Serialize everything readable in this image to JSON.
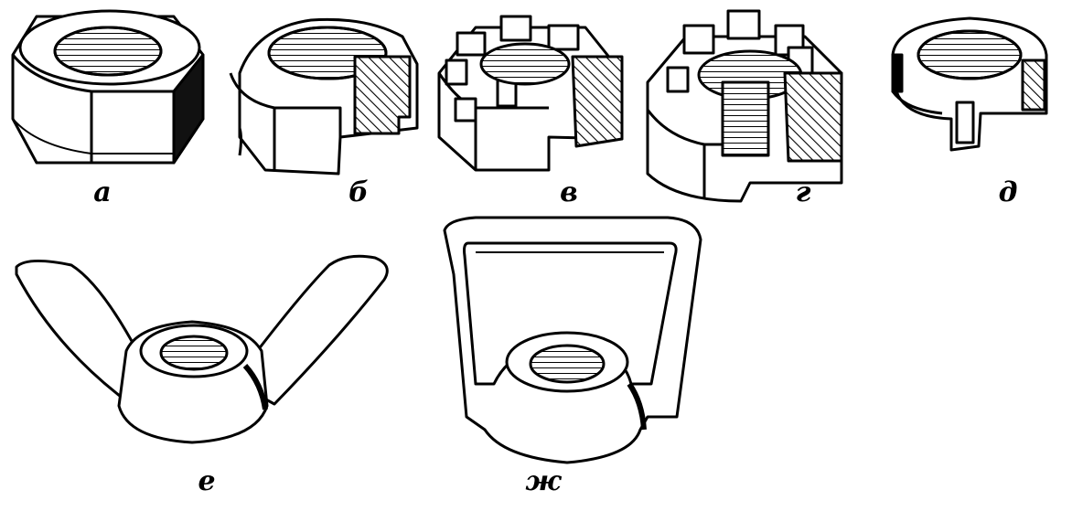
{
  "figure": {
    "captions": {
      "a": "а",
      "b": "б",
      "v": "в",
      "g": "г",
      "d": "д",
      "e": "е",
      "zh": "ж"
    }
  },
  "colors": {
    "ink": "#000000",
    "paper": "#ffffff",
    "shade": "#1a1a1a"
  }
}
